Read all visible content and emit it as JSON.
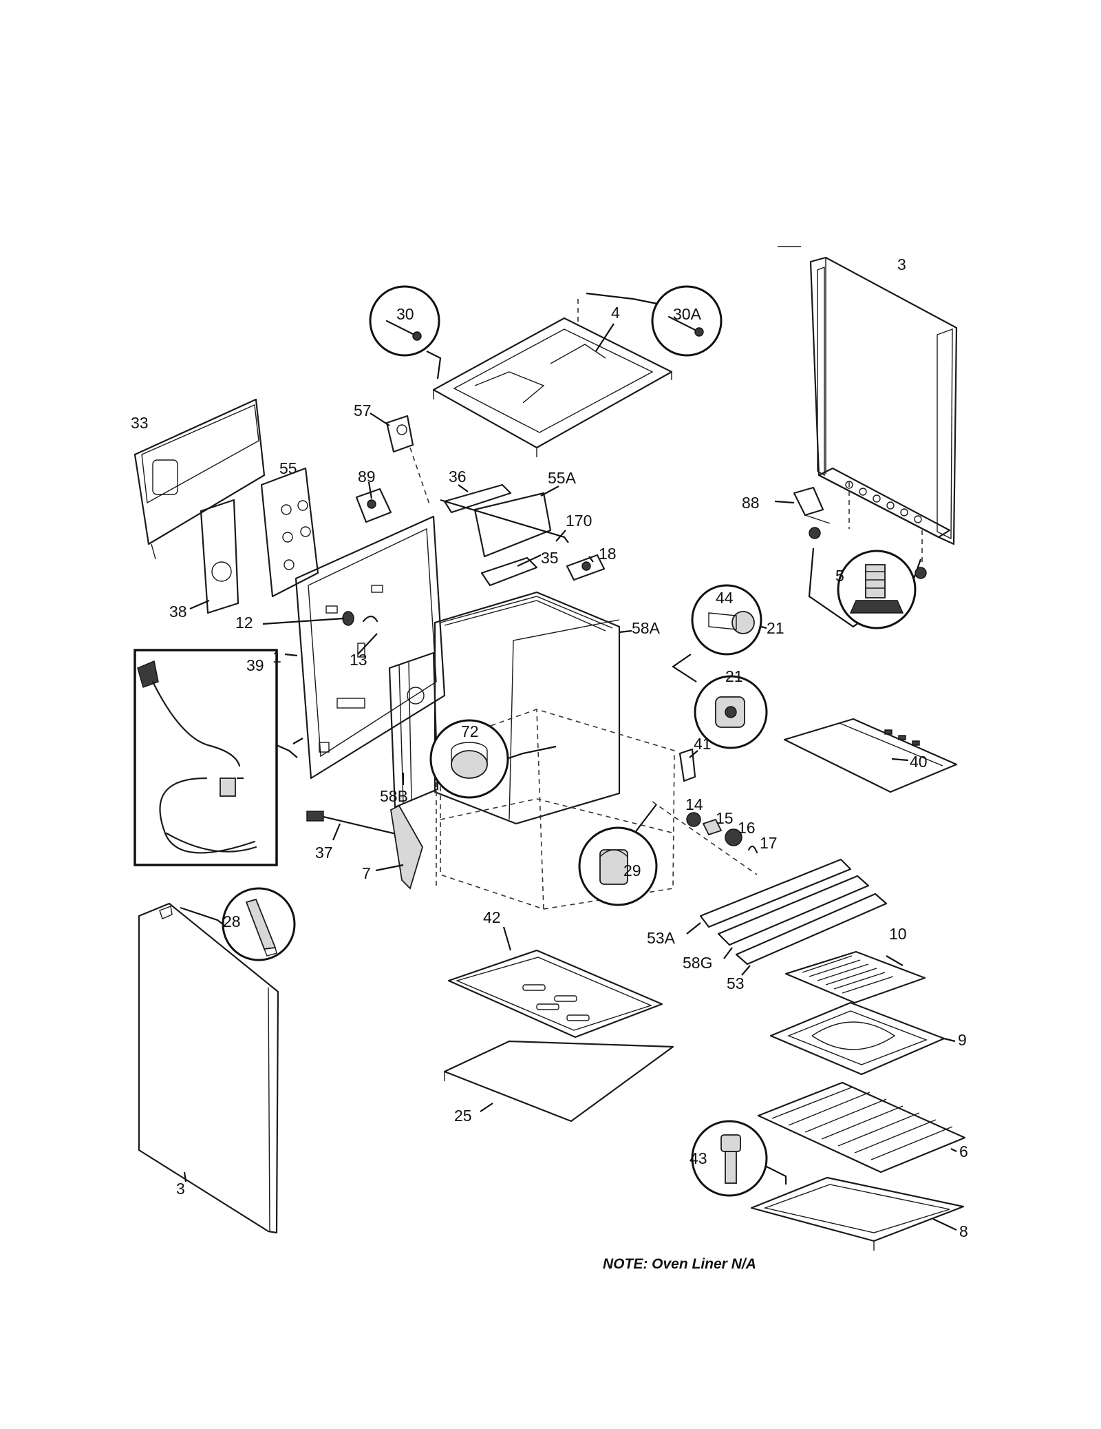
{
  "note": "NOTE: Oven Liner N/A",
  "labels": [
    {
      "id": "l3a",
      "text": "3"
    },
    {
      "id": "l4",
      "text": "4"
    },
    {
      "id": "l30",
      "text": "30"
    },
    {
      "id": "l30A",
      "text": "30A"
    },
    {
      "id": "l33",
      "text": "33"
    },
    {
      "id": "l57",
      "text": "57"
    },
    {
      "id": "l55",
      "text": "55"
    },
    {
      "id": "l89",
      "text": "89"
    },
    {
      "id": "l36",
      "text": "36"
    },
    {
      "id": "l55A",
      "text": "55A"
    },
    {
      "id": "l88",
      "text": "88"
    },
    {
      "id": "l170",
      "text": "170"
    },
    {
      "id": "l5",
      "text": "5"
    },
    {
      "id": "l35",
      "text": "35"
    },
    {
      "id": "l18",
      "text": "18"
    },
    {
      "id": "l38",
      "text": "38"
    },
    {
      "id": "l12",
      "text": "12"
    },
    {
      "id": "l44",
      "text": "44"
    },
    {
      "id": "l21a",
      "text": "21"
    },
    {
      "id": "l58A",
      "text": "58A"
    },
    {
      "id": "l1",
      "text": "1"
    },
    {
      "id": "l13",
      "text": "13"
    },
    {
      "id": "l21b",
      "text": "21"
    },
    {
      "id": "l39",
      "text": "39"
    },
    {
      "id": "l72",
      "text": "72"
    },
    {
      "id": "l40",
      "text": "40"
    },
    {
      "id": "l41",
      "text": "41"
    },
    {
      "id": "l58B",
      "text": "58B"
    },
    {
      "id": "l14",
      "text": "14"
    },
    {
      "id": "l15",
      "text": "15"
    },
    {
      "id": "l16",
      "text": "16"
    },
    {
      "id": "l17",
      "text": "17"
    },
    {
      "id": "l37",
      "text": "37"
    },
    {
      "id": "l29",
      "text": "29"
    },
    {
      "id": "l7",
      "text": "7"
    },
    {
      "id": "l28",
      "text": "28"
    },
    {
      "id": "l42",
      "text": "42"
    },
    {
      "id": "l10",
      "text": "10"
    },
    {
      "id": "l53A",
      "text": "53A"
    },
    {
      "id": "l58G",
      "text": "58G"
    },
    {
      "id": "l53",
      "text": "53"
    },
    {
      "id": "l9",
      "text": "9"
    },
    {
      "id": "l25",
      "text": "25"
    },
    {
      "id": "l6",
      "text": "6"
    },
    {
      "id": "l43",
      "text": "43"
    },
    {
      "id": "l3b",
      "text": "3"
    },
    {
      "id": "l8",
      "text": "8"
    }
  ]
}
